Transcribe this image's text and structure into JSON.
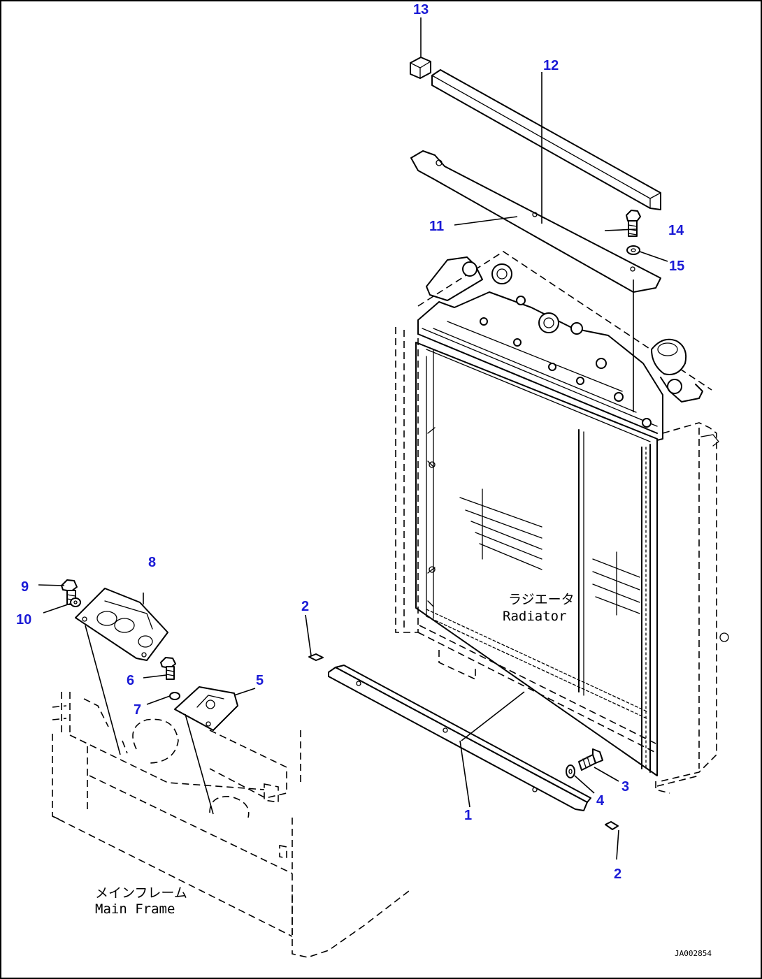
{
  "callouts": {
    "c1": "1",
    "c2a": "2",
    "c2b": "2",
    "c3": "3",
    "c4": "4",
    "c5": "5",
    "c6": "6",
    "c7": "7",
    "c8": "8",
    "c9": "9",
    "c10": "10",
    "c11": "11",
    "c12": "12",
    "c13": "13",
    "c14": "14",
    "c15": "15"
  },
  "labels": {
    "radiator_jp": "ラジエータ",
    "radiator_en": "Radiator",
    "main_frame_jp": "メインフレーム",
    "main_frame_en": "Main Frame"
  },
  "drawing_code": "JA002854"
}
